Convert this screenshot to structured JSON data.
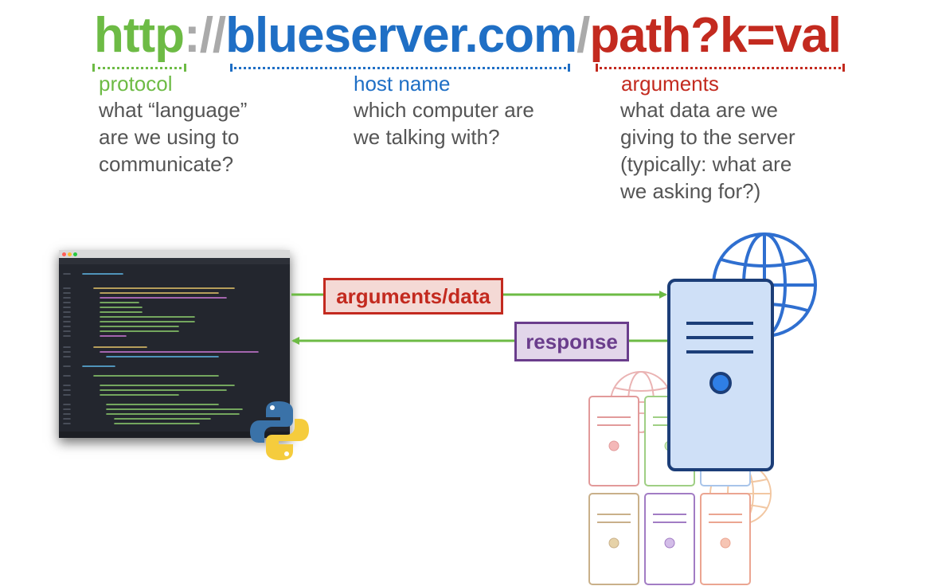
{
  "url": {
    "protocol": "http",
    "separator": "://",
    "host": "blueserver.com",
    "slash": "/",
    "path": "path?k=val"
  },
  "parts": {
    "protocol": {
      "label": "protocol",
      "lines": [
        "what “language”",
        "are we using to",
        "communicate?"
      ],
      "color": "#6dbb45"
    },
    "host": {
      "label": "host name",
      "lines": [
        "which computer are",
        "we talking with?"
      ],
      "color": "#1f6fc5"
    },
    "arguments": {
      "label": "arguments",
      "lines": [
        "what data are we",
        "giving to the server",
        "(typically: what are",
        "we asking for?)"
      ],
      "color": "#c32a1f"
    }
  },
  "arrows": {
    "request_label": "arguments/data",
    "response_label": "response"
  },
  "colors": {
    "gray": "#aaaaaa",
    "arrow": "#6dbb45",
    "request_box_bg": "#f4d9d5",
    "request_box_border": "#c32a1f",
    "response_box_bg": "#e2d6ea",
    "response_box_border": "#6a3d8c",
    "server_fill": "#cfe0f7",
    "server_stroke": "#1c3e78"
  },
  "icons": {
    "client": "code-editor-window",
    "python": "python-logo-icon",
    "server": "server-tower-icon",
    "globe": "globe-icon"
  }
}
